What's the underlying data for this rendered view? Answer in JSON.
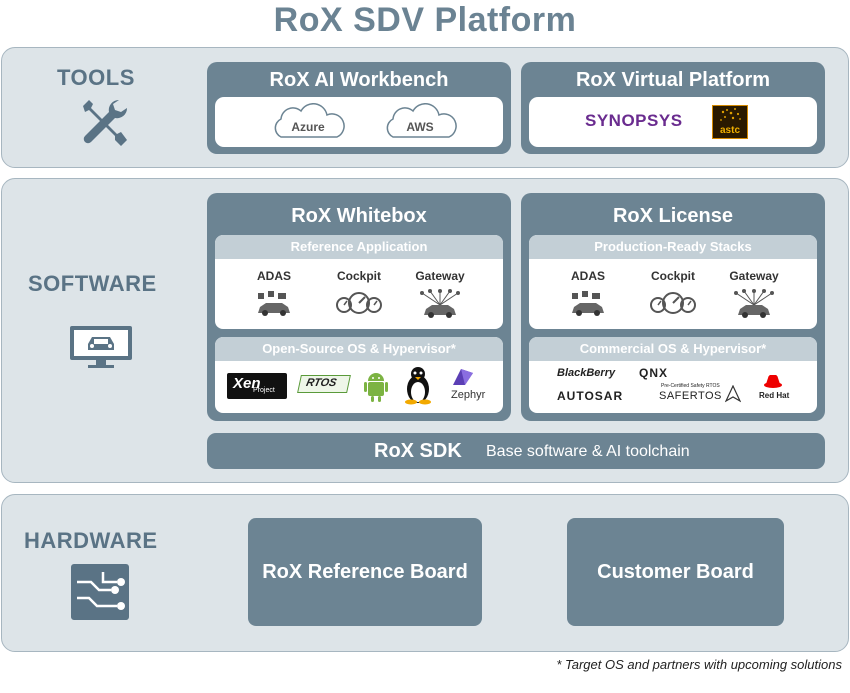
{
  "title": "RoX SDV Platform",
  "tools": {
    "label": "TOOLS",
    "workbench": {
      "title": "RoX AI Workbench",
      "clouds": [
        "Azure",
        "AWS"
      ]
    },
    "virtual": {
      "title": "RoX Virtual Platform",
      "partners": [
        "SYNOPSYS",
        "astc"
      ]
    }
  },
  "software": {
    "label": "SOFTWARE",
    "whitebox": {
      "title": "RoX Whitebox",
      "ref_app": {
        "header": "Reference Application",
        "items": [
          "ADAS",
          "Cockpit",
          "Gateway"
        ]
      },
      "os": {
        "header": "Open-Source OS & Hypervisor*",
        "logos": [
          "Xen",
          "Project",
          "RTOS",
          "Zephyr"
        ]
      }
    },
    "license": {
      "title": "RoX License",
      "stacks": {
        "header": "Production-Ready Stacks",
        "items": [
          "ADAS",
          "Cockpit",
          "Gateway"
        ]
      },
      "os": {
        "header": "Commercial OS & Hypervisor*",
        "logos": [
          "BlackBerry",
          "QNX",
          "AUTOSAR",
          "Pre-Certified Safety RTOS",
          "SAFERTOS",
          "Red Hat"
        ]
      }
    },
    "sdk": {
      "title": "RoX SDK",
      "subtitle": "Base software & AI toolchain"
    }
  },
  "hardware": {
    "label": "HARDWARE",
    "boards": [
      "RoX Reference Board",
      "Customer Board"
    ]
  },
  "footnote": "* Target OS and partners with upcoming solutions",
  "colors": {
    "panel": "#6c8493",
    "band": "#dde4e8",
    "label": "#5a7385",
    "subheader": "#c3cfd6"
  },
  "icons": [
    "tools-icon",
    "monitor-car-icon",
    "circuit-icon",
    "cloud-icon",
    "car-sensor-icon",
    "gauges-icon",
    "car-gateway-icon",
    "android-icon",
    "tux-icon",
    "zephyr-icon",
    "redhat-icon"
  ]
}
